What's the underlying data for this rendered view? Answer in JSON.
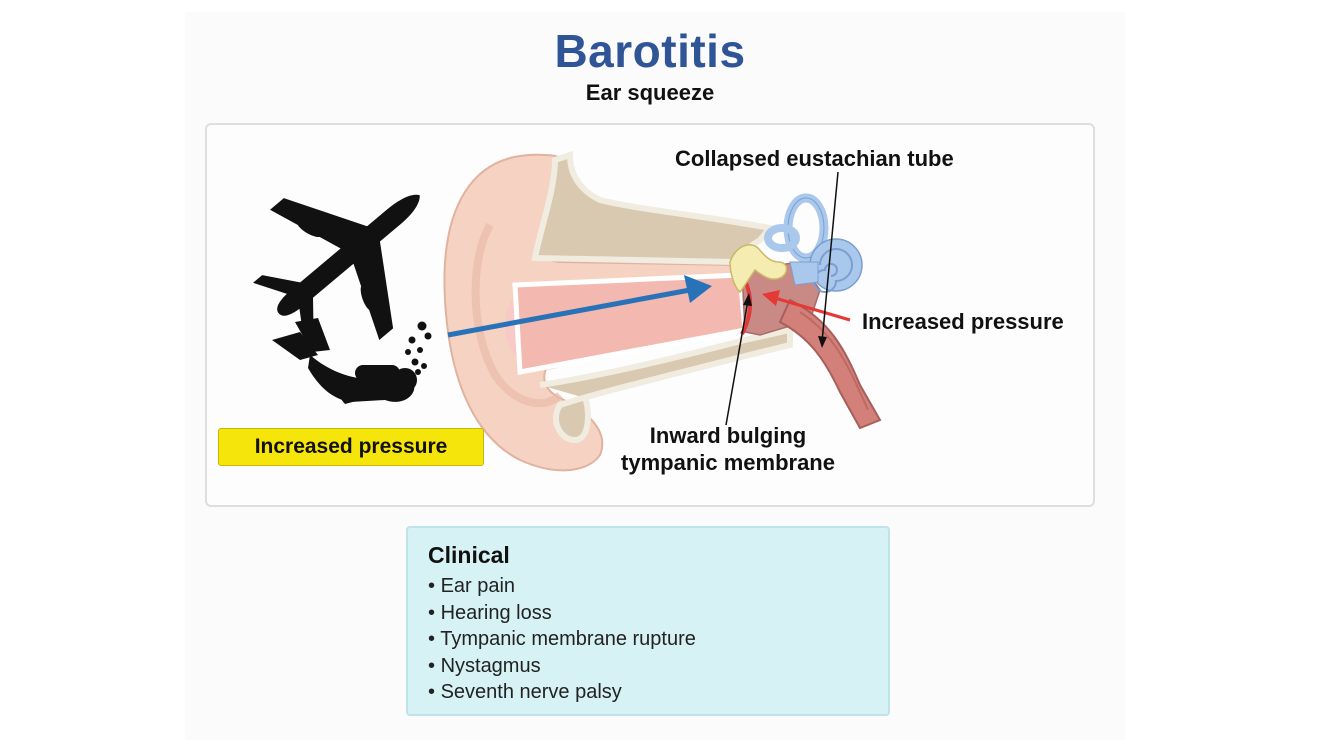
{
  "header": {
    "title": "Barotitis",
    "subtitle": "Ear squeeze"
  },
  "diagram": {
    "label_eustachian": "Collapsed eustachian tube",
    "label_pressure_right": "Increased pressure",
    "label_tympanic_line1": "Inward bulging",
    "label_tympanic_line2": "tympanic membrane",
    "label_pressure_box": "Increased pressure",
    "icons": [
      "airplane-icon",
      "scuba-diver-icon",
      "bubbles-icon"
    ],
    "colors": {
      "title": "#2f5597",
      "blue_arrow": "#2a72b8",
      "red_arrow": "#e53935",
      "yellow_box": "#f5e50a",
      "skin": "#f6d2c3",
      "canal": "#e8a9a3",
      "inner_ear": "#a9c8ec",
      "ossicles": "#f4ecb0"
    }
  },
  "clinical": {
    "title": "Clinical",
    "items": [
      "Ear pain",
      "Hearing loss",
      "Tympanic membrane rupture",
      "Nystagmus",
      "Seventh nerve palsy"
    ]
  }
}
